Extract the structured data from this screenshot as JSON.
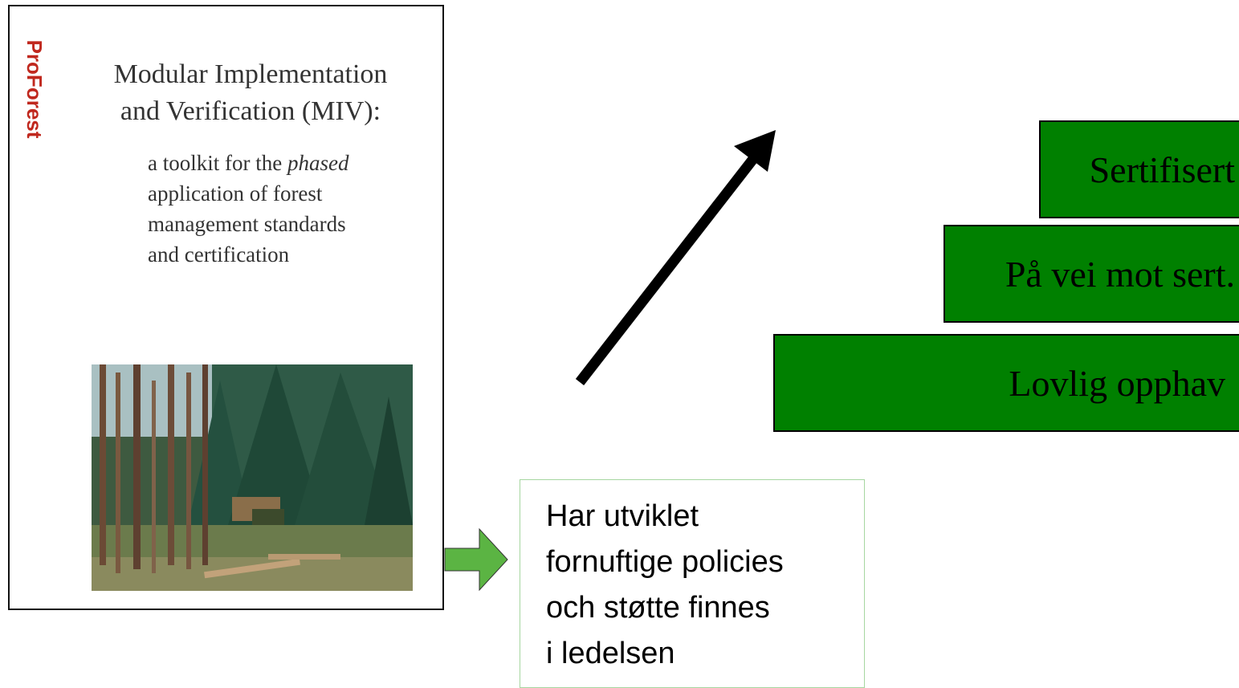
{
  "document": {
    "logo_text": "ProForest",
    "title_line1": "Modular Implementation",
    "title_line2": "and Verification (MIV):",
    "subtitle_prefix": "a toolkit for the ",
    "subtitle_italic": "phased",
    "subtitle_line2": "application of forest",
    "subtitle_line3": "management standards",
    "subtitle_line4": "and certification"
  },
  "policy_box": {
    "lines": [
      "Har utviklet",
      "fornuftige policies",
      "och støtte finnes",
      "i ledelsen"
    ]
  },
  "steps": [
    {
      "label": "Sertifisert"
    },
    {
      "label": "På vei mot sert."
    },
    {
      "label": "Lovlig opphav"
    }
  ],
  "colors": {
    "step_fill": "#008000",
    "side_arrow_fill": "#5bb443",
    "policy_border": "#a6d6a0"
  }
}
